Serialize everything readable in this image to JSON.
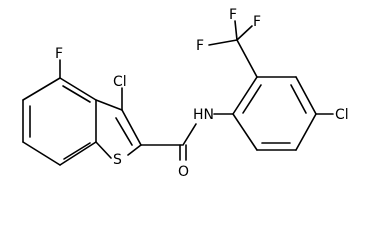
{
  "molecule": {
    "atoms": {
      "F_top_left": "F",
      "Cl_top_thiophene": "Cl",
      "S_ring": "S",
      "O_carbonyl": "O",
      "NH_amide": "HN",
      "F_cf3_left": "F",
      "F_cf3_top": "F",
      "F_cf3_right": "F",
      "Cl_para": "Cl"
    }
  }
}
